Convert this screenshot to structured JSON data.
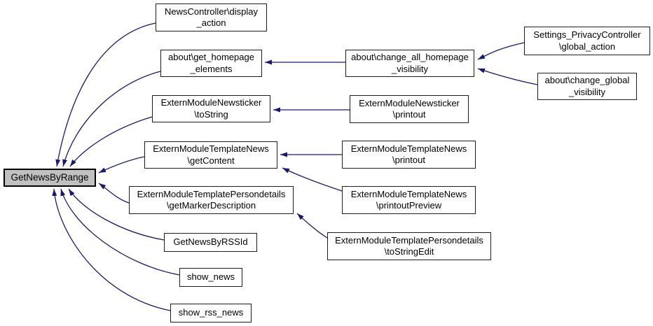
{
  "diagram": {
    "type": "caller-graph",
    "colors": {
      "edge": "#191970",
      "node_border": "#1c1c1c",
      "node_fill": "#ffffff",
      "highlight_fill": "#c0c0c0",
      "text": "#000000",
      "background": "#ffffff"
    },
    "nodes": {
      "main": {
        "label": "GetNewsByRange"
      },
      "display_action": {
        "label": "NewsController\\display\n_action"
      },
      "get_homepage": {
        "label": "about\\get_homepage\n_elements"
      },
      "newsticker_tostring": {
        "label": "ExternModuleNewsticker\n\\toString"
      },
      "news_getcontent": {
        "label": "ExternModuleTemplateNews\n\\getContent"
      },
      "person_getmarker": {
        "label": "ExternModuleTemplatePersondetails\n\\getMarkerDescription"
      },
      "rssid": {
        "label": "GetNewsByRSSId"
      },
      "show_news": {
        "label": "show_news"
      },
      "show_rss_news": {
        "label": "show_rss_news"
      },
      "change_all": {
        "label": "about\\change_all_homepage\n_visibility"
      },
      "newsticker_printout": {
        "label": "ExternModuleNewsticker\n\\printout"
      },
      "news_printout": {
        "label": "ExternModuleTemplateNews\n\\printout"
      },
      "news_printout_preview": {
        "label": "ExternModuleTemplateNews\n\\printoutPreview"
      },
      "person_tostringedit": {
        "label": "ExternModuleTemplatePersondetails\n\\toStringEdit"
      },
      "privacy_global": {
        "label": "Settings_PrivacyController\n\\global_action"
      },
      "change_global": {
        "label": "about\\change_global\n_visibility"
      }
    },
    "edges": [
      {
        "from": "NewsController\\display_action",
        "to": "GetNewsByRange"
      },
      {
        "from": "about\\get_homepage_elements",
        "to": "GetNewsByRange"
      },
      {
        "from": "ExternModuleNewsticker\\toString",
        "to": "GetNewsByRange"
      },
      {
        "from": "ExternModuleTemplateNews\\getContent",
        "to": "GetNewsByRange"
      },
      {
        "from": "ExternModuleTemplatePersondetails\\getMarkerDescription",
        "to": "GetNewsByRange"
      },
      {
        "from": "GetNewsByRSSId",
        "to": "GetNewsByRange"
      },
      {
        "from": "show_news",
        "to": "GetNewsByRange"
      },
      {
        "from": "show_rss_news",
        "to": "GetNewsByRange"
      },
      {
        "from": "about\\change_all_homepage_visibility",
        "to": "about\\get_homepage_elements"
      },
      {
        "from": "Settings_PrivacyController\\global_action",
        "to": "about\\change_all_homepage_visibility"
      },
      {
        "from": "about\\change_global_visibility",
        "to": "about\\change_all_homepage_visibility"
      },
      {
        "from": "ExternModuleNewsticker\\printout",
        "to": "ExternModuleNewsticker\\toString"
      },
      {
        "from": "ExternModuleTemplateNews\\printout",
        "to": "ExternModuleTemplateNews\\getContent"
      },
      {
        "from": "ExternModuleTemplateNews\\printoutPreview",
        "to": "ExternModuleTemplateNews\\getContent"
      },
      {
        "from": "ExternModuleTemplatePersondetails\\toStringEdit",
        "to": "ExternModuleTemplatePersondetails\\getMarkerDescription"
      }
    ]
  }
}
